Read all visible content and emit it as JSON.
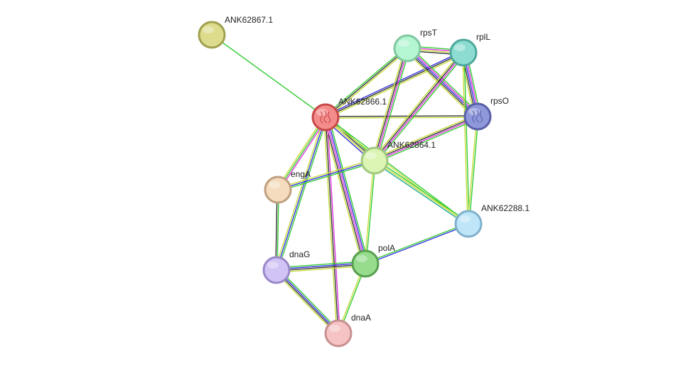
{
  "nodes": [
    {
      "id": "ANK62867.1",
      "label": "ANK62867.1",
      "fill": "#dcdc8c",
      "stroke": "#a0a050",
      "glyph": ""
    },
    {
      "id": "rpsT",
      "label": "rpsT",
      "fill": "#b4f5d2",
      "stroke": "#80c8a0",
      "glyph": ""
    },
    {
      "id": "rplL",
      "label": "rplL",
      "fill": "#8cdcd2",
      "stroke": "#4ea89c",
      "glyph": ""
    },
    {
      "id": "ANK62866.1",
      "label": "ANK62866.1",
      "fill": "#f58c8c",
      "stroke": "#c84848",
      "glyph": "protein-structure-icon"
    },
    {
      "id": "rpsO",
      "label": "rpsO",
      "fill": "#9098dc",
      "stroke": "#5a60a8",
      "glyph": "protein-structure-icon"
    },
    {
      "id": "ANK62864.1",
      "label": "ANK62864.1",
      "fill": "#dcf5b4",
      "stroke": "#a0c880",
      "glyph": ""
    },
    {
      "id": "engA",
      "label": "engA",
      "fill": "#f5dcbe",
      "stroke": "#c0a080",
      "glyph": ""
    },
    {
      "id": "ANK62288.1",
      "label": "ANK62288.1",
      "fill": "#bee6f8",
      "stroke": "#80b0cc",
      "glyph": ""
    },
    {
      "id": "dnaG",
      "label": "dnaG",
      "fill": "#d2c3f5",
      "stroke": "#9a88c8",
      "glyph": ""
    },
    {
      "id": "polA",
      "label": "polA",
      "fill": "#96dc8c",
      "stroke": "#58a050",
      "glyph": ""
    },
    {
      "id": "dnaA",
      "label": "dnaA",
      "fill": "#f5c3c3",
      "stroke": "#c89090",
      "glyph": ""
    }
  ],
  "edge_colors": {
    "green": "#33cc33",
    "blue": "#3333dd",
    "magenta": "#dd33dd",
    "yellow": "#c8dc3c",
    "black": "#333333",
    "teal": "#22aa99"
  },
  "edges": [
    {
      "source": "ANK62867.1",
      "target": "ANK62866.1",
      "channels": [
        "green"
      ]
    },
    {
      "source": "ANK62866.1",
      "target": "rpsT",
      "channels": [
        "green",
        "black",
        "yellow"
      ]
    },
    {
      "source": "ANK62866.1",
      "target": "rplL",
      "channels": [
        "blue",
        "black",
        "yellow"
      ]
    },
    {
      "source": "ANK62866.1",
      "target": "rpsO",
      "channels": [
        "black",
        "yellow"
      ]
    },
    {
      "source": "ANK62866.1",
      "target": "ANK62864.1",
      "channels": [
        "green",
        "black",
        "yellow",
        "blue"
      ]
    },
    {
      "source": "ANK62866.1",
      "target": "engA",
      "channels": [
        "magenta",
        "green",
        "yellow"
      ]
    },
    {
      "source": "ANK62866.1",
      "target": "dnaG",
      "channels": [
        "green",
        "blue",
        "yellow"
      ]
    },
    {
      "source": "ANK62866.1",
      "target": "polA",
      "channels": [
        "green",
        "blue",
        "magenta",
        "black",
        "yellow"
      ]
    },
    {
      "source": "ANK62866.1",
      "target": "dnaA",
      "channels": [
        "magenta",
        "black",
        "yellow"
      ]
    },
    {
      "source": "ANK62866.1",
      "target": "ANK62288.1",
      "channels": [
        "green",
        "yellow"
      ]
    },
    {
      "source": "rpsT",
      "target": "rplL",
      "channels": [
        "green",
        "magenta",
        "yellow",
        "black"
      ]
    },
    {
      "source": "rpsT",
      "target": "rpsO",
      "channels": [
        "green",
        "magenta",
        "blue",
        "black",
        "yellow"
      ]
    },
    {
      "source": "rpsT",
      "target": "ANK62864.1",
      "channels": [
        "green",
        "magenta",
        "black",
        "yellow"
      ]
    },
    {
      "source": "rplL",
      "target": "rpsO",
      "channels": [
        "green",
        "magenta",
        "blue",
        "black",
        "yellow"
      ]
    },
    {
      "source": "rplL",
      "target": "ANK62864.1",
      "channels": [
        "green",
        "magenta",
        "black",
        "yellow"
      ]
    },
    {
      "source": "rplL",
      "target": "ANK62288.1",
      "channels": [
        "green",
        "yellow"
      ]
    },
    {
      "source": "rpsO",
      "target": "ANK62864.1",
      "channels": [
        "green",
        "magenta",
        "black",
        "yellow"
      ]
    },
    {
      "source": "rpsO",
      "target": "ANK62288.1",
      "channels": [
        "green",
        "yellow"
      ]
    },
    {
      "source": "ANK62864.1",
      "target": "engA",
      "channels": [
        "green",
        "blue",
        "yellow"
      ]
    },
    {
      "source": "ANK62864.1",
      "target": "polA",
      "channels": [
        "green",
        "yellow"
      ]
    },
    {
      "source": "ANK62864.1",
      "target": "ANK62288.1",
      "channels": [
        "green",
        "yellow",
        "teal"
      ]
    },
    {
      "source": "engA",
      "target": "dnaG",
      "channels": [
        "green",
        "black"
      ]
    },
    {
      "source": "dnaG",
      "target": "polA",
      "channels": [
        "green",
        "blue",
        "black",
        "yellow"
      ]
    },
    {
      "source": "dnaG",
      "target": "dnaA",
      "channels": [
        "green",
        "blue",
        "black",
        "yellow"
      ]
    },
    {
      "source": "polA",
      "target": "dnaA",
      "channels": [
        "green",
        "yellow"
      ]
    },
    {
      "source": "polA",
      "target": "ANK62288.1",
      "channels": [
        "green",
        "blue"
      ]
    }
  ]
}
